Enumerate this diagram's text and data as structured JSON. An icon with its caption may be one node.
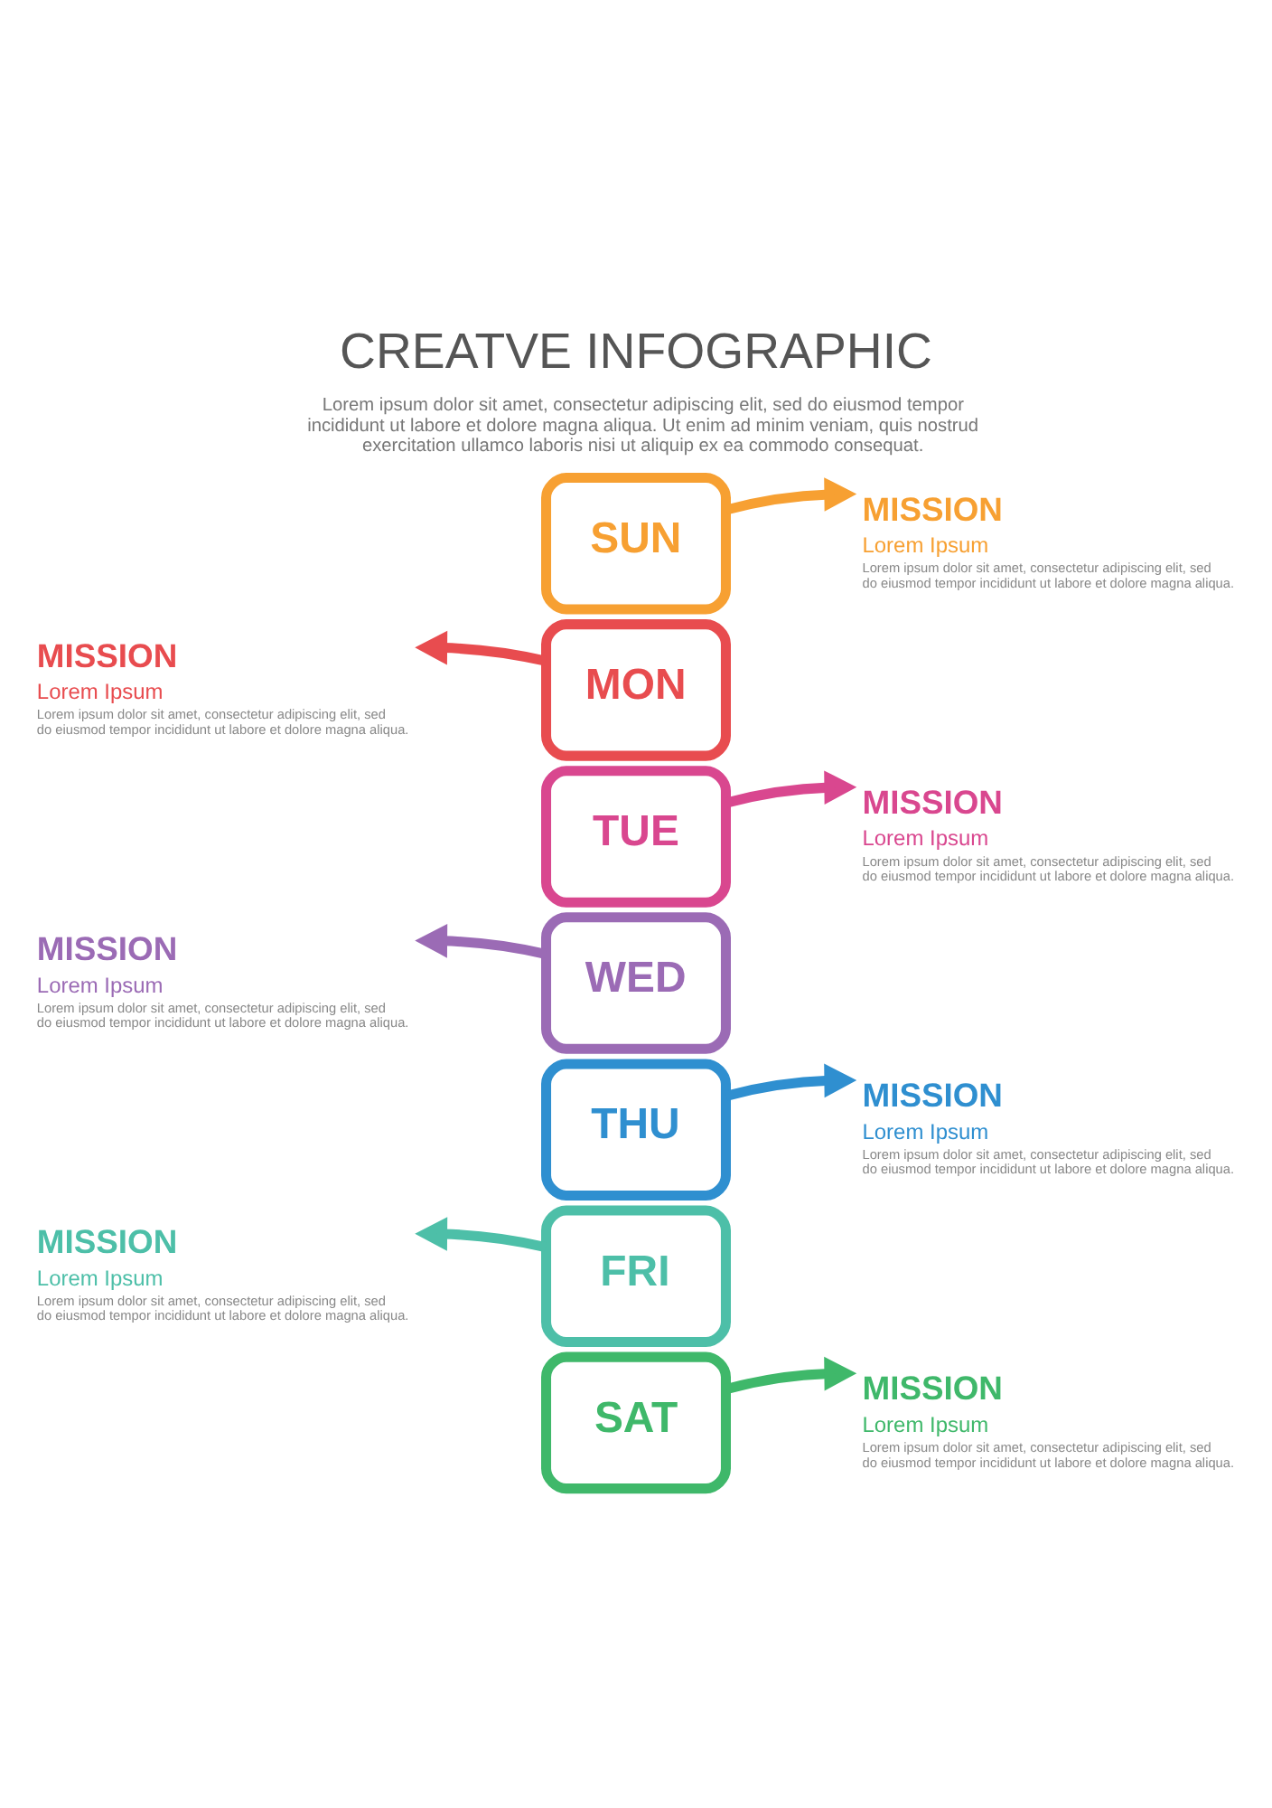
{
  "diagram": {
    "title": "CREATVE INFOGRAPHIC",
    "nodes": [
      {
        "text": [
          "SUN"
        ]
      },
      {
        "text": [
          "MON"
        ]
      },
      {
        "text": [
          "TUE"
        ]
      },
      {
        "text": [
          "WED"
        ]
      },
      {
        "text": [
          "THU"
        ]
      },
      {
        "text": [
          "FRI"
        ]
      },
      {
        "text": [
          "SAT"
        ]
      },
      {
        "text": [
          "MISSION",
          "Lorem Ipsum",
          "Lorem ipsum dolor sit amet, consectetur adipiscing elit, sed do eiusmod tempor incididunt ut labore et dolore magna aliqua."
        ]
      },
      {
        "text": [
          "MISSION",
          "Lorem Ipsum",
          "Lorem ipsum dolor sit amet, consectetur adipiscing elit, sed do eiusmod tempor incididunt ut labore et dolore magna aliqua."
        ]
      },
      {
        "text": [
          "MISSION",
          "Lorem Ipsum",
          "Lorem ipsum dolor sit amet, consectetur adipiscing elit, sed do eiusmod tempor incididunt ut labore et dolore magna aliqua."
        ]
      },
      {
        "text": [
          "MISSION",
          "Lorem Ipsum",
          "Lorem ipsum dolor sit amet, consectetur adipiscing elit, sed do eiusmod tempor incididunt ut labore et dolore magna aliqua."
        ]
      },
      {
        "text": [
          "MISSION",
          "Lorem Ipsum",
          "Lorem ipsum dolor sit amet, consectetur adipiscing elit, sed do eiusmod tempor incididunt ut labore et dolore magna aliqua."
        ]
      },
      {
        "text": [
          "MISSION",
          "Lorem Ipsum",
          "Lorem ipsum dolor sit amet, consectetur adipiscing elit, sed do eiusmod tempor incididunt ut labore et dolore magna aliqua."
        ]
      },
      {
        "text": [
          "MISSION",
          "Lorem Ipsum",
          "Lorem ipsum dolor sit amet, consectetur adipiscing elit, sed do eiusmod tempor incididunt ut labore et dolore magna aliqua."
        ]
      }
    ],
    "edges": [
      {
        "from": 0,
        "to": 7,
        "arrow": "to",
        "color": "#f7a032"
      },
      {
        "from": 1,
        "to": 8,
        "arrow": "to",
        "color": "#e84c4f"
      },
      {
        "from": 2,
        "to": 9,
        "arrow": "to",
        "color": "#d9478f"
      },
      {
        "from": 3,
        "to": 10,
        "arrow": "to",
        "color": "#9b6bb5"
      },
      {
        "from": 4,
        "to": 11,
        "arrow": "to",
        "color": "#2f8fd0"
      },
      {
        "from": 5,
        "to": 12,
        "arrow": "to",
        "color": "#4dbfa8"
      },
      {
        "from": 6,
        "to": 13,
        "arrow": "to",
        "color": "#3fb86a"
      }
    ],
    "labels": [
      "Lorem ipsum dolor sit amet, consectetur adipiscing elit, sed do eiusmod tempor incididunt ut labore et dolore magna aliqua. Ut enim ad minim veniam, quis nostrud exercitation ullamco laboris nisi ut aliquip ex ea commodo consequat."
    ]
  }
}
